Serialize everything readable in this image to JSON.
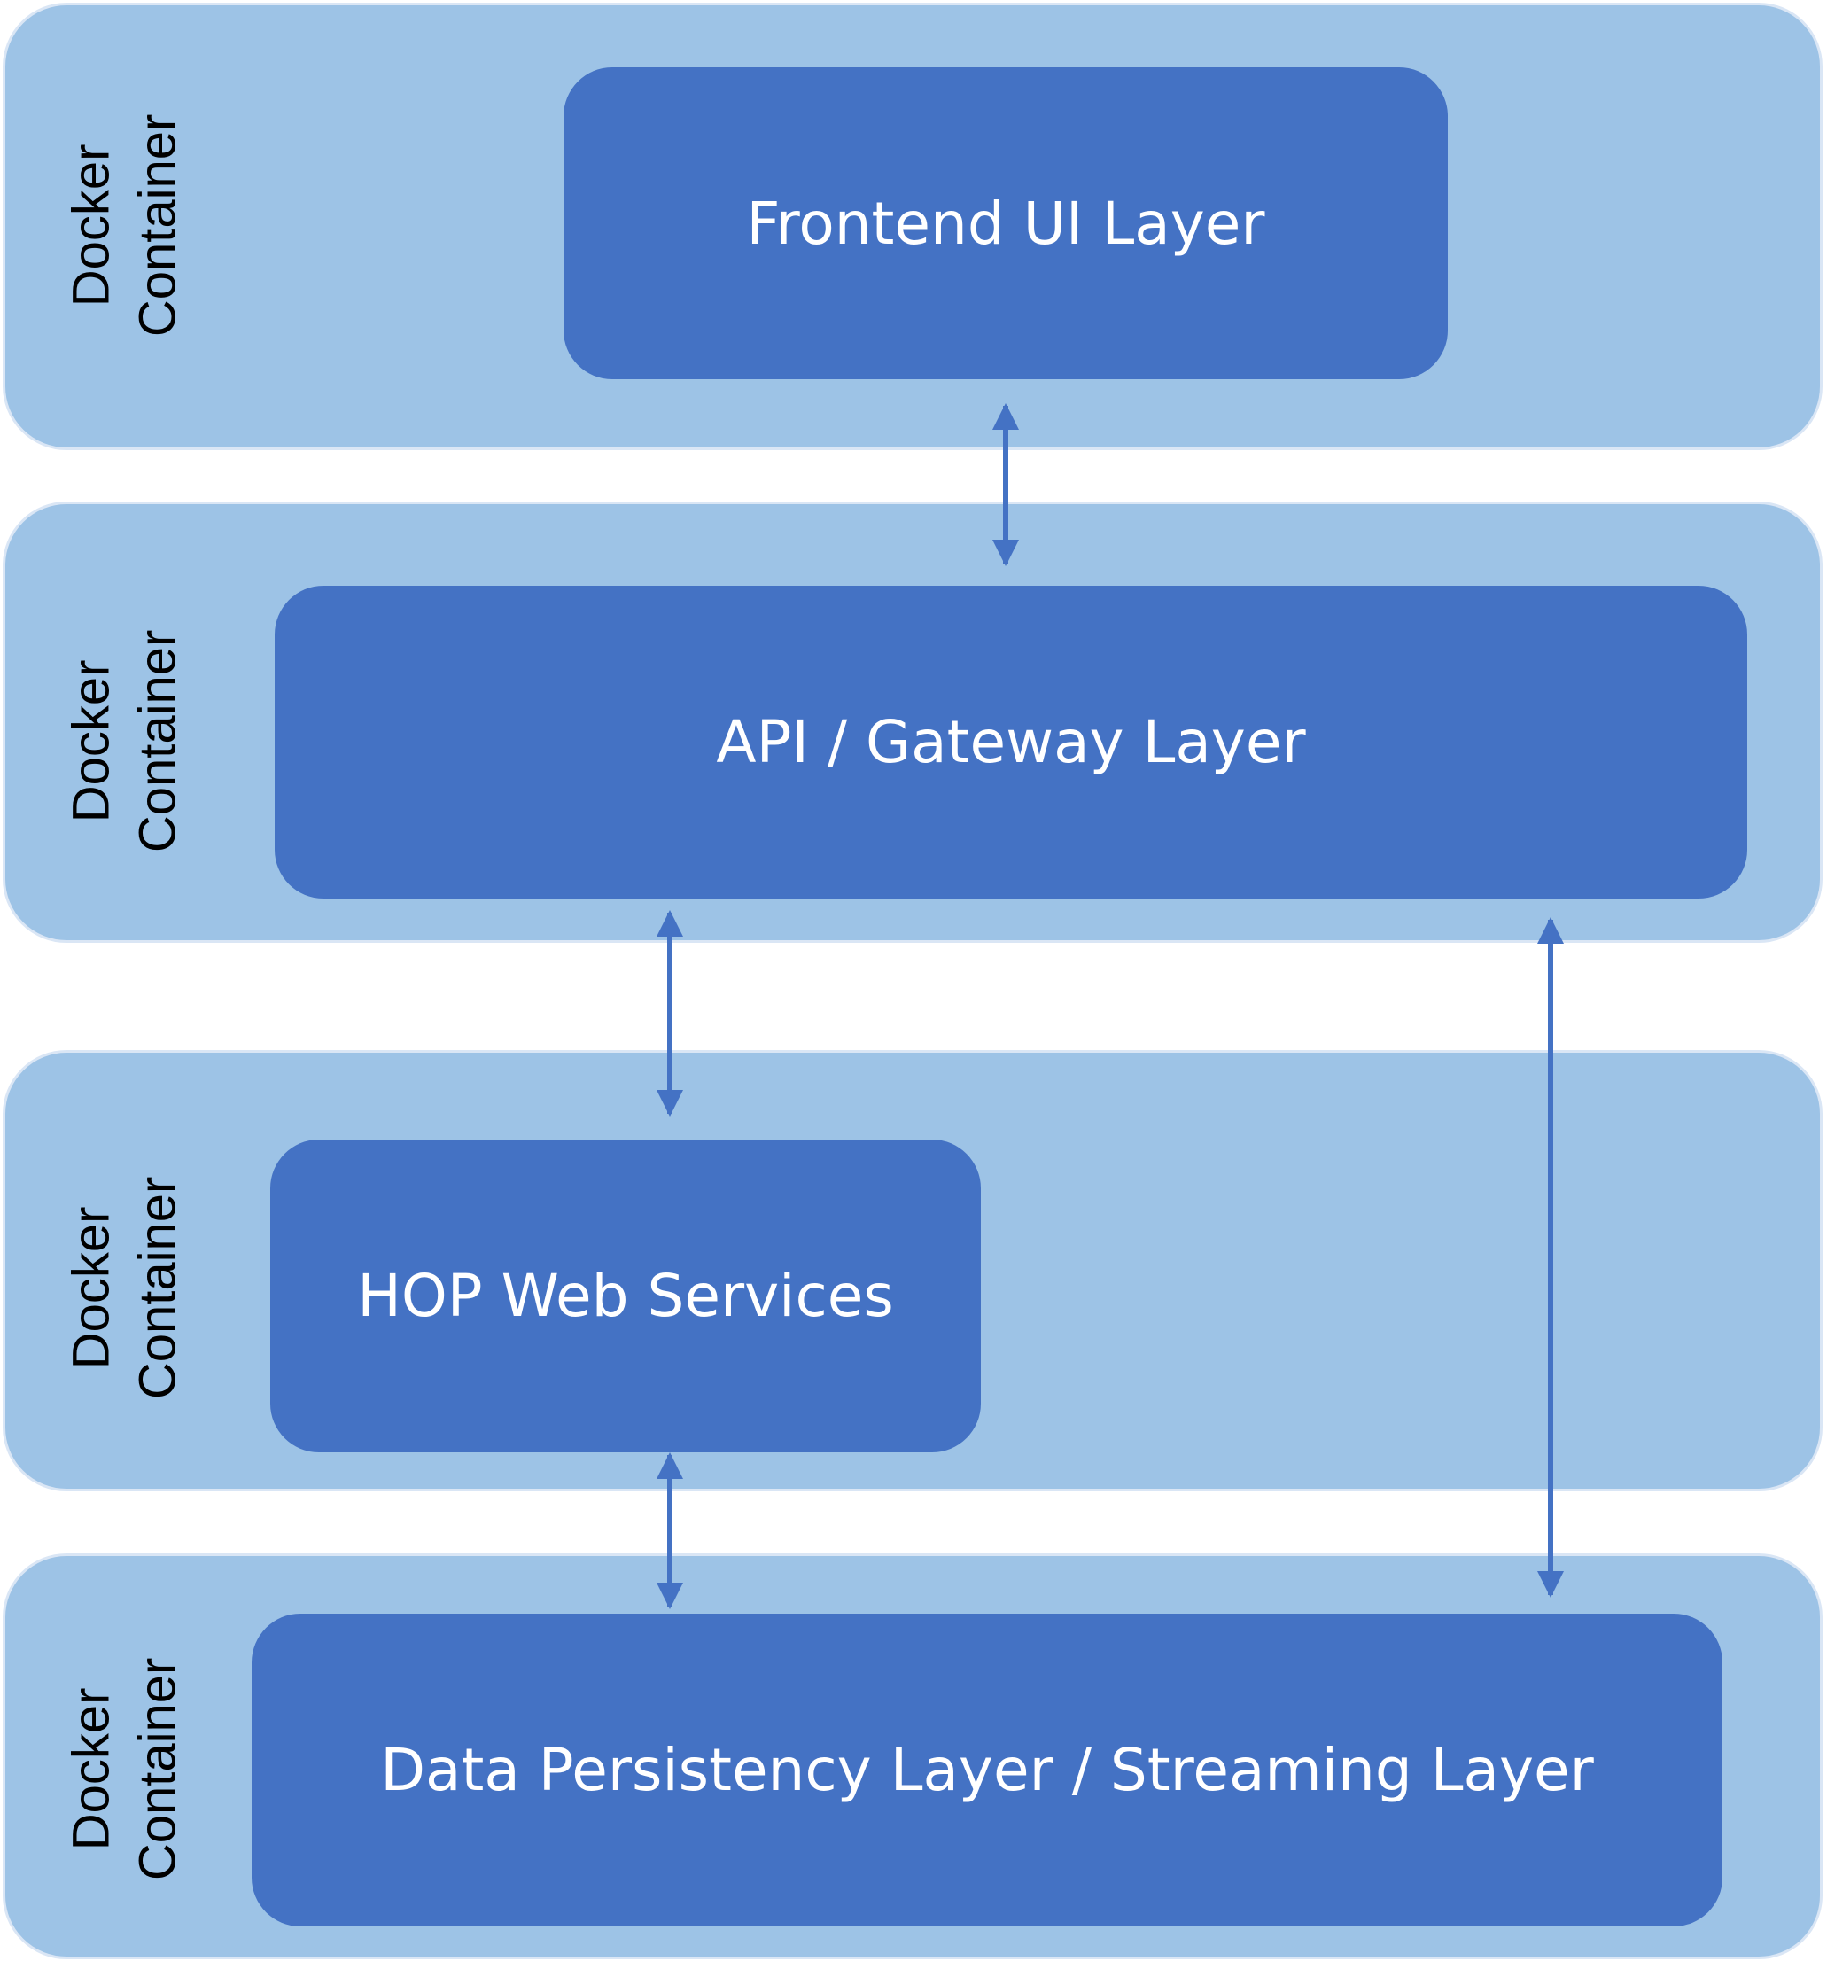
{
  "containers": [
    {
      "label": "Docker\nContainer"
    },
    {
      "label": "Docker\nContainer"
    },
    {
      "label": "Docker\nContainer"
    },
    {
      "label": "Docker\nContainer"
    }
  ],
  "layers": {
    "frontend": "Frontend UI Layer",
    "api": "API / Gateway Layer",
    "hop": "HOP Web Services",
    "data": "Data Persistency Layer / Streaming Layer"
  },
  "connections": [
    {
      "from": "Frontend UI Layer",
      "to": "API / Gateway Layer",
      "direction": "bidirectional"
    },
    {
      "from": "API / Gateway Layer",
      "to": "HOP Web Services",
      "direction": "bidirectional"
    },
    {
      "from": "HOP Web Services",
      "to": "Data Persistency Layer / Streaming Layer",
      "direction": "bidirectional"
    },
    {
      "from": "API / Gateway Layer",
      "to": "Data Persistency Layer / Streaming Layer",
      "direction": "bidirectional"
    }
  ],
  "colors": {
    "container_fill": "#9dc3e6",
    "container_border": "#dae6f5",
    "layer_fill": "#4472c4",
    "arrow": "#4472c4",
    "layer_text": "#ffffff",
    "label_text": "#000000"
  }
}
